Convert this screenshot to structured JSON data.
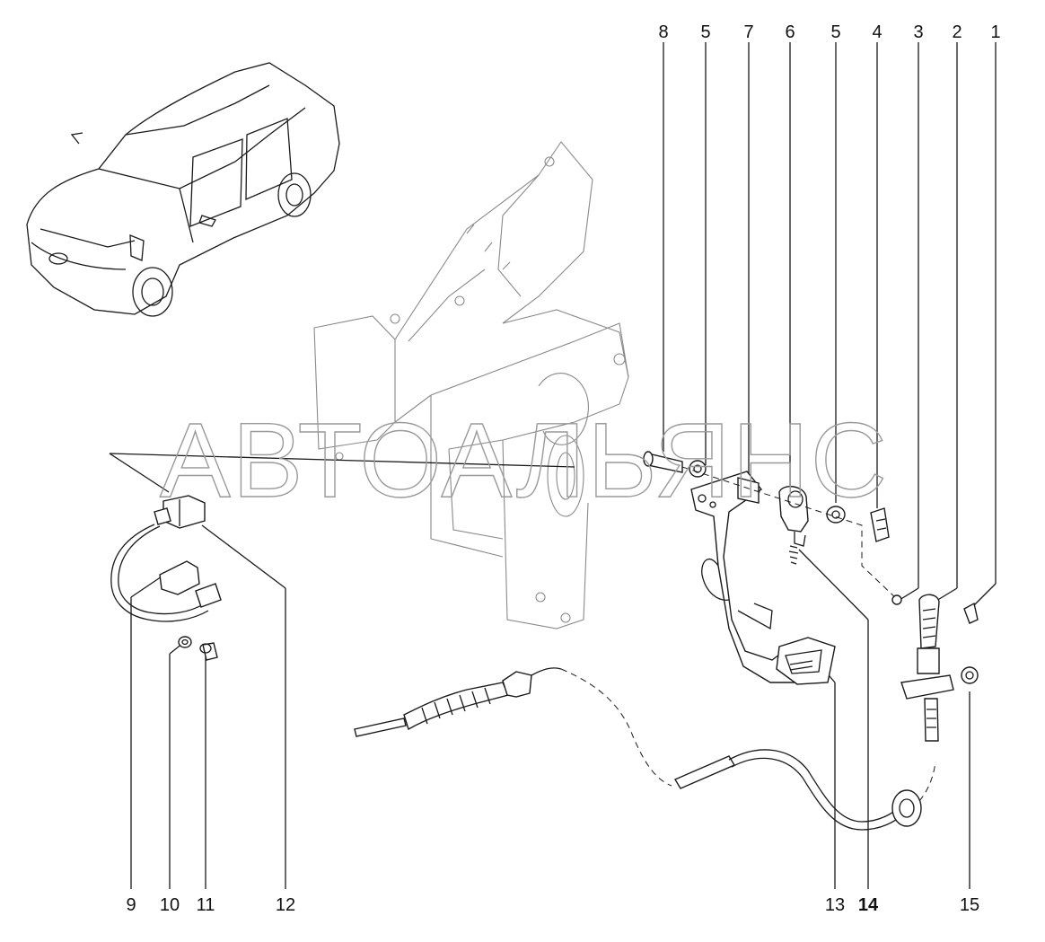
{
  "watermark": "АВТОАЛЬЯНС",
  "callouts": [
    {
      "id": "c8",
      "label": "8",
      "bold": false
    },
    {
      "id": "c5a",
      "label": "5",
      "bold": false
    },
    {
      "id": "c7",
      "label": "7",
      "bold": false
    },
    {
      "id": "c6",
      "label": "6",
      "bold": false
    },
    {
      "id": "c5b",
      "label": "5",
      "bold": false
    },
    {
      "id": "c4",
      "label": "4",
      "bold": false
    },
    {
      "id": "c3",
      "label": "3",
      "bold": false
    },
    {
      "id": "c2",
      "label": "2",
      "bold": false
    },
    {
      "id": "c1",
      "label": "1",
      "bold": false
    },
    {
      "id": "c9",
      "label": "9",
      "bold": false
    },
    {
      "id": "c10",
      "label": "10",
      "bold": false
    },
    {
      "id": "c11",
      "label": "11",
      "bold": false
    },
    {
      "id": "c12",
      "label": "12",
      "bold": false
    },
    {
      "id": "c13",
      "label": "13",
      "bold": false
    },
    {
      "id": "c14",
      "label": "14",
      "bold": true
    },
    {
      "id": "c15",
      "label": "15",
      "bold": false
    }
  ],
  "colors": {
    "line": "#1a1a1a",
    "light": "#8a8a8a",
    "watermark": "#9a9a9a"
  }
}
